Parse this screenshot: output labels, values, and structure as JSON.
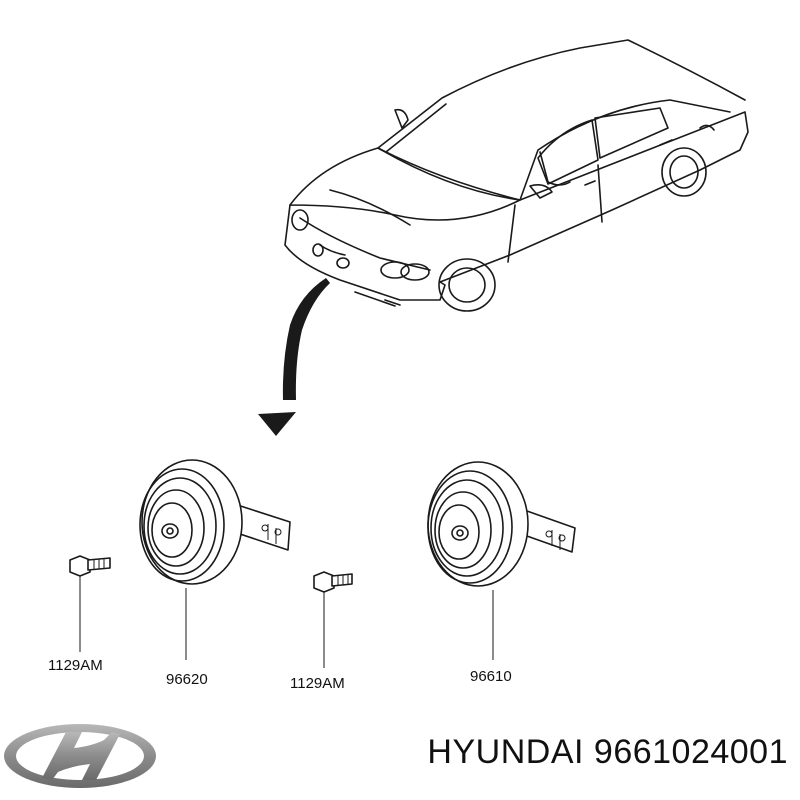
{
  "parts": [
    {
      "id": "bolt-left",
      "label": "1129AM"
    },
    {
      "id": "horn-low",
      "label": "96620"
    },
    {
      "id": "bolt-right",
      "label": "1129AM"
    },
    {
      "id": "horn-high",
      "label": "96610"
    }
  ],
  "caption": {
    "brand": "HYUNDAI",
    "part_number": "9661024001"
  },
  "logo": {
    "icon": "hyundai-logo-icon",
    "color": "#8c8c8c"
  },
  "colors": {
    "line": "#1a1a1a",
    "background": "#ffffff"
  }
}
